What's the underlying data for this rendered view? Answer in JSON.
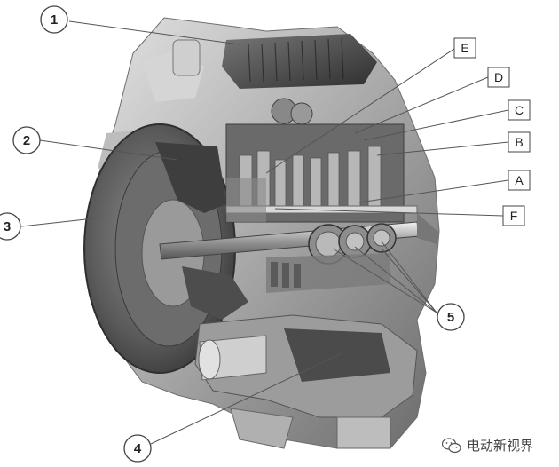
{
  "numbered_callouts": [
    "1",
    "2",
    "3",
    "4",
    "5"
  ],
  "letter_callouts": [
    "E",
    "D",
    "C",
    "B",
    "A",
    "F"
  ],
  "watermark": {
    "text": "电动新视界",
    "icon": "wechat-icon"
  },
  "colors": {
    "metal_light": "#c9c9c9",
    "metal_dark": "#4a4a4a",
    "housing": "#a8a8a8",
    "leader": "#555555"
  }
}
